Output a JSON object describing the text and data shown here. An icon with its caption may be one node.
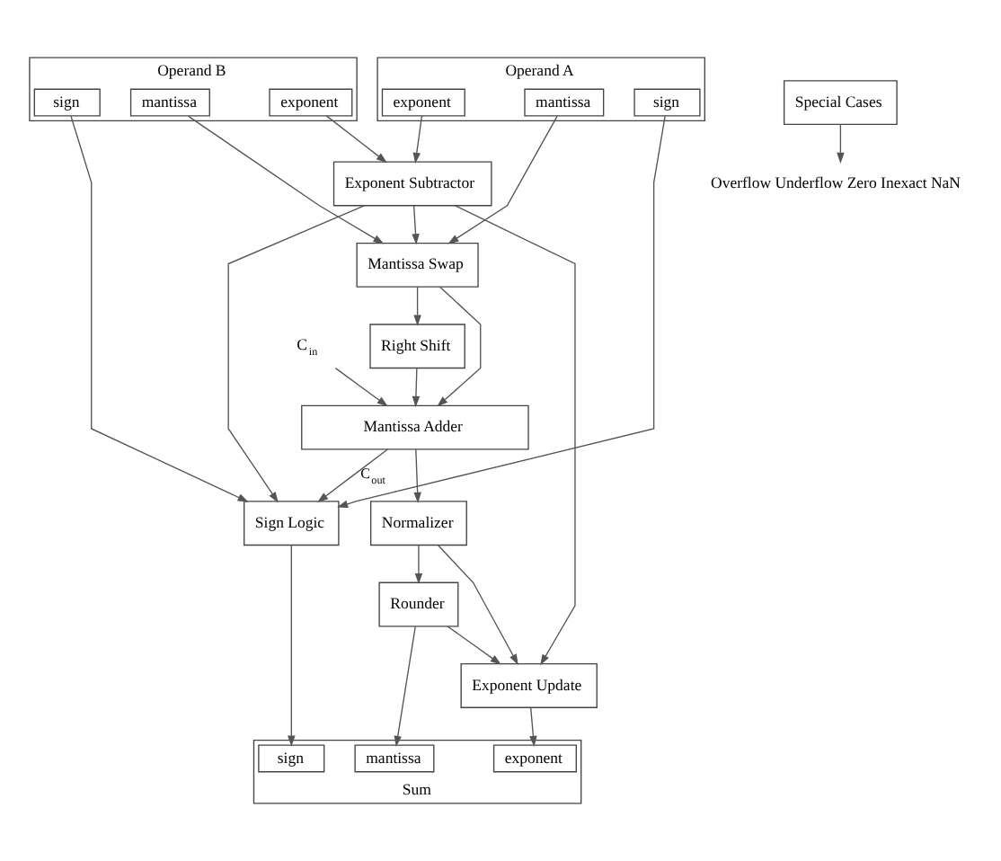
{
  "diagram": {
    "nodes": [
      {
        "text": [
          "Operand A"
        ]
      },
      {
        "text": [
          "sign"
        ],
        "in": 0
      },
      {
        "text": [
          "exponent"
        ],
        "in": 0
      },
      {
        "text": [
          "mantissa"
        ],
        "in": 0
      },
      {
        "text": [
          "Operand B"
        ]
      },
      {
        "text": [
          "sign"
        ],
        "in": 4
      },
      {
        "text": [
          "exponent"
        ],
        "in": 4
      },
      {
        "text": [
          "mantissa"
        ],
        "in": 4
      },
      {
        "text": [
          "Exponent Subtractor"
        ]
      },
      {
        "text": [
          "Mantissa Swap"
        ]
      },
      {
        "text": [
          "Right Shift"
        ]
      },
      {
        "text": [
          "Sign Logic"
        ]
      },
      {
        "text": [
          "Mantissa Adder"
        ]
      },
      {
        "text": [
          "C$_{in}$"
        ]
      },
      {
        "text": [
          "Normalizer"
        ]
      },
      {
        "text": [
          "Special Cases"
        ]
      },
      {
        "text": [
          "Exponent Update"
        ]
      },
      {
        "text": [
          "Rounder"
        ]
      },
      {
        "text": [
          "Overflow Underflow Zero Inexact NaN"
        ]
      },
      {
        "text": [
          "Sum"
        ]
      },
      {
        "text": [
          "sign"
        ],
        "in": 19
      },
      {
        "text": [
          "exponent"
        ],
        "in": 19
      },
      {
        "text": [
          "mantissa"
        ],
        "in": 19
      }
    ],
    "edges": [
      {
        "from": 1,
        "to": 11,
        "arrow": "to"
      },
      {
        "from": 2,
        "to": 8,
        "arrow": "to"
      },
      {
        "from": 3,
        "to": 9,
        "arrow": "to"
      },
      {
        "from": 5,
        "to": 11,
        "arrow": "to"
      },
      {
        "from": 6,
        "to": 8,
        "arrow": "to"
      },
      {
        "from": 7,
        "to": 9,
        "arrow": "to"
      },
      {
        "from": 8,
        "to": 9,
        "arrow": "to"
      },
      {
        "from": 8,
        "to": 11,
        "arrow": "to"
      },
      {
        "from": 8,
        "to": 16,
        "arrow": "to"
      },
      {
        "from": 9,
        "to": 12,
        "arrow": "to"
      },
      {
        "from": 9,
        "to": 10,
        "arrow": "to"
      },
      {
        "from": 10,
        "to": 12,
        "arrow": "to"
      },
      {
        "from": 12,
        "to": 11,
        "arrow": "to",
        "label": "C$_{out}$"
      },
      {
        "from": 13,
        "to": 12,
        "arrow": "to"
      },
      {
        "from": 12,
        "to": 14,
        "arrow": "to"
      },
      {
        "from": 14,
        "to": 16,
        "arrow": "to"
      },
      {
        "from": 14,
        "to": 17,
        "arrow": "to"
      },
      {
        "from": 17,
        "to": 16,
        "arrow": "to"
      },
      {
        "from": 11,
        "to": 20,
        "arrow": "to"
      },
      {
        "from": 16,
        "to": 21,
        "arrow": "to"
      },
      {
        "from": 17,
        "to": 22,
        "arrow": "to"
      },
      {
        "from": 15,
        "to": 18,
        "arrow": "to"
      }
    ]
  }
}
